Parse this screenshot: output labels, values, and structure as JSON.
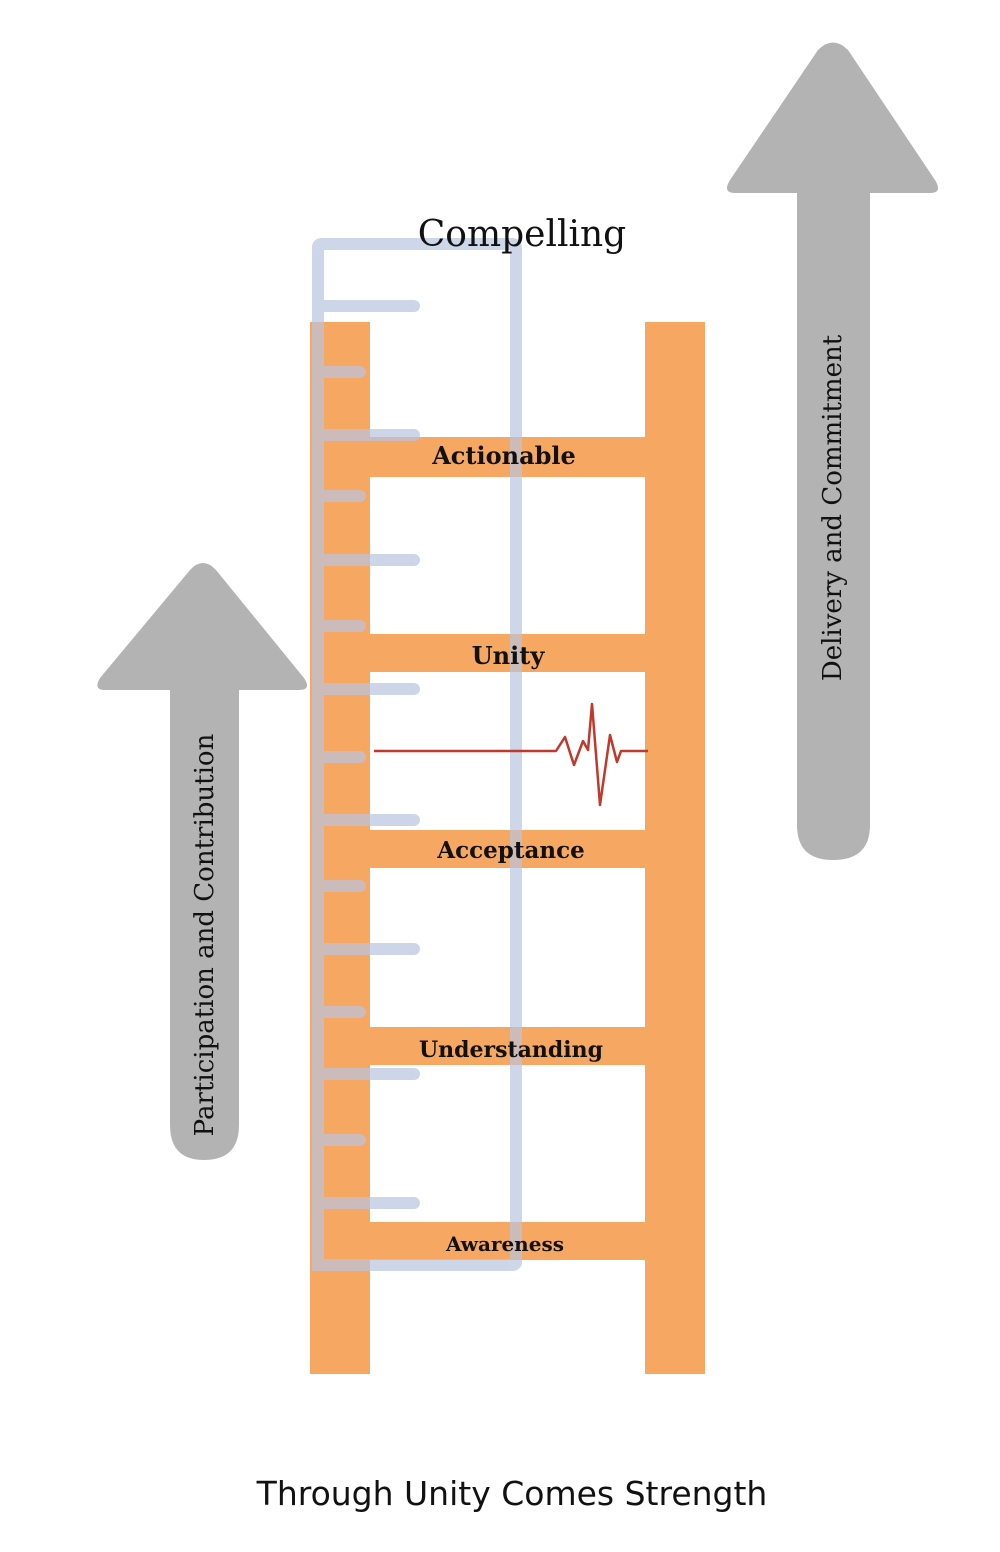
{
  "diagram": {
    "top_label": "Compelling",
    "rungs": [
      "Actionable",
      "Unity",
      "Acceptance",
      "Understanding",
      "Awareness"
    ],
    "left_arrow_label": "Participation and Contribution",
    "right_arrow_label": "Delivery and Commitment",
    "caption": "Through Unity Comes Strength"
  },
  "colors": {
    "ladder": "#f6a862",
    "arrow": "#b3b3b4",
    "gauge": "#c8d1e6",
    "pulse": "#c0392b",
    "text": "#111111"
  },
  "icons": {
    "heartbeat": "heartbeat-pulse-icon"
  }
}
